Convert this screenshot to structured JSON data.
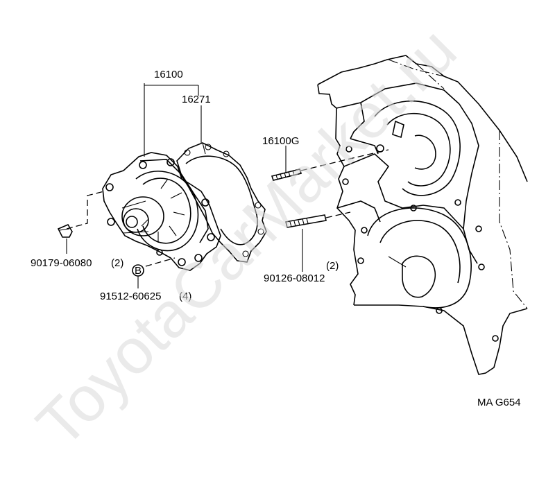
{
  "watermark": "ToyotaCarMarket.ru",
  "diagram_code": "MA G654",
  "parts": {
    "water_pump_assy": "16100",
    "gasket": "16271",
    "stud_kit": "16100G",
    "plug": "90179-06080",
    "plug_qty": "(2)",
    "washer": "91512-60625",
    "washer_qty": "(4)",
    "washer_mark": "B",
    "stud": "90126-08012",
    "stud_qty": "(2)"
  }
}
